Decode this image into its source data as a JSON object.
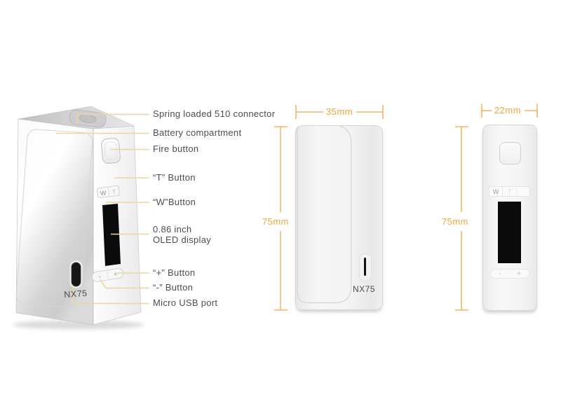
{
  "callouts": [
    {
      "label": "Spring loaded 510 connector"
    },
    {
      "label": "Battery compartment"
    },
    {
      "label": "Fire button"
    },
    {
      "label": "“T” Button"
    },
    {
      "label": "“W”Button"
    },
    {
      "line1": "0.86 inch",
      "line2": "OLED display"
    },
    {
      "label": "“+” Button"
    },
    {
      "label": "“-” Button"
    },
    {
      "label": "Micro USB port"
    }
  ],
  "dimensions": {
    "side_view": {
      "width": "35mm",
      "height": "75mm"
    },
    "front_view": {
      "width": "22mm",
      "height": "75mm"
    }
  },
  "device": {
    "model": "NX75",
    "button_w": "W",
    "button_t": "T",
    "button_plus": "+",
    "button_minus": "-"
  },
  "colors": {
    "dimension": "#f0a53e",
    "leader_line": "#e9d6a2",
    "label_text": "#4d4d4d",
    "display": "#0b0b0b"
  }
}
